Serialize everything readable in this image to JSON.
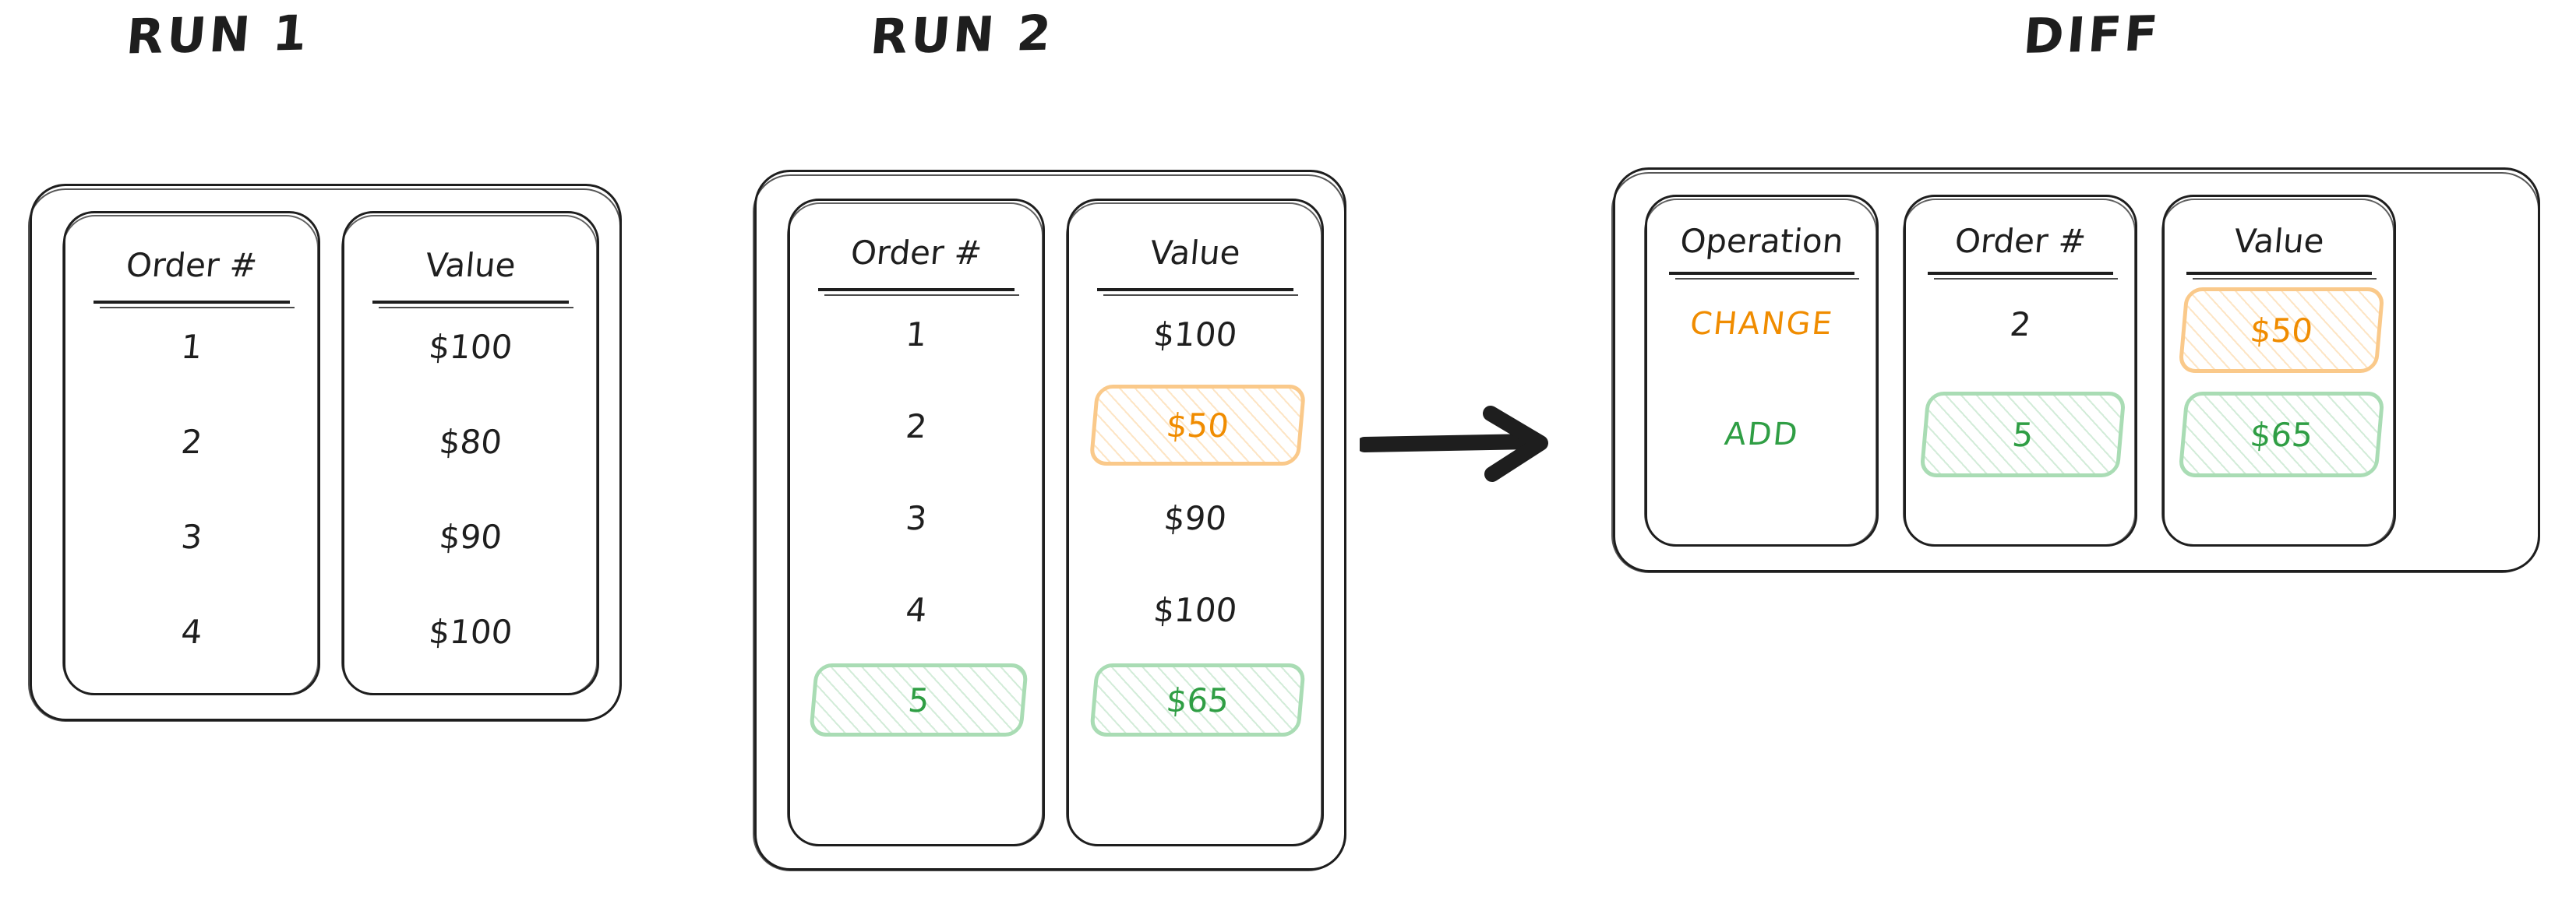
{
  "diagram": {
    "title_run1": "RUN 1",
    "title_run2": "RUN 2",
    "title_diff": "DIFF",
    "arrow_icon": "arrow-right-icon"
  },
  "colors": {
    "ink": "#1e1e1e",
    "orange": "#f08c00",
    "orange_border": "#fac98a",
    "green": "#2f9e44",
    "green_border": "#a9dcb4",
    "background": "#ffffff"
  },
  "run1": {
    "headers": [
      "Order #",
      "Value"
    ],
    "rows": [
      {
        "order": "1",
        "value": "$100"
      },
      {
        "order": "2",
        "value": "$80"
      },
      {
        "order": "3",
        "value": "$90"
      },
      {
        "order": "4",
        "value": "$100"
      }
    ]
  },
  "run2": {
    "headers": [
      "Order #",
      "Value"
    ],
    "rows": [
      {
        "order": "1",
        "value": "$100",
        "order_state": "normal",
        "value_state": "normal"
      },
      {
        "order": "2",
        "value": "$50",
        "order_state": "normal",
        "value_state": "changed"
      },
      {
        "order": "3",
        "value": "$90",
        "order_state": "normal",
        "value_state": "normal"
      },
      {
        "order": "4",
        "value": "$100",
        "order_state": "normal",
        "value_state": "normal"
      },
      {
        "order": "5",
        "value": "$65",
        "order_state": "added",
        "value_state": "added"
      }
    ]
  },
  "diff": {
    "headers": [
      "Operation",
      "Order #",
      "Value"
    ],
    "rows": [
      {
        "operation": "CHANGE",
        "order": "2",
        "value": "$50",
        "operation_state": "changed",
        "order_state": "normal",
        "value_state": "changed"
      },
      {
        "operation": "ADD",
        "order": "5",
        "value": "$65",
        "operation_state": "added",
        "order_state": "added",
        "value_state": "added"
      }
    ]
  }
}
